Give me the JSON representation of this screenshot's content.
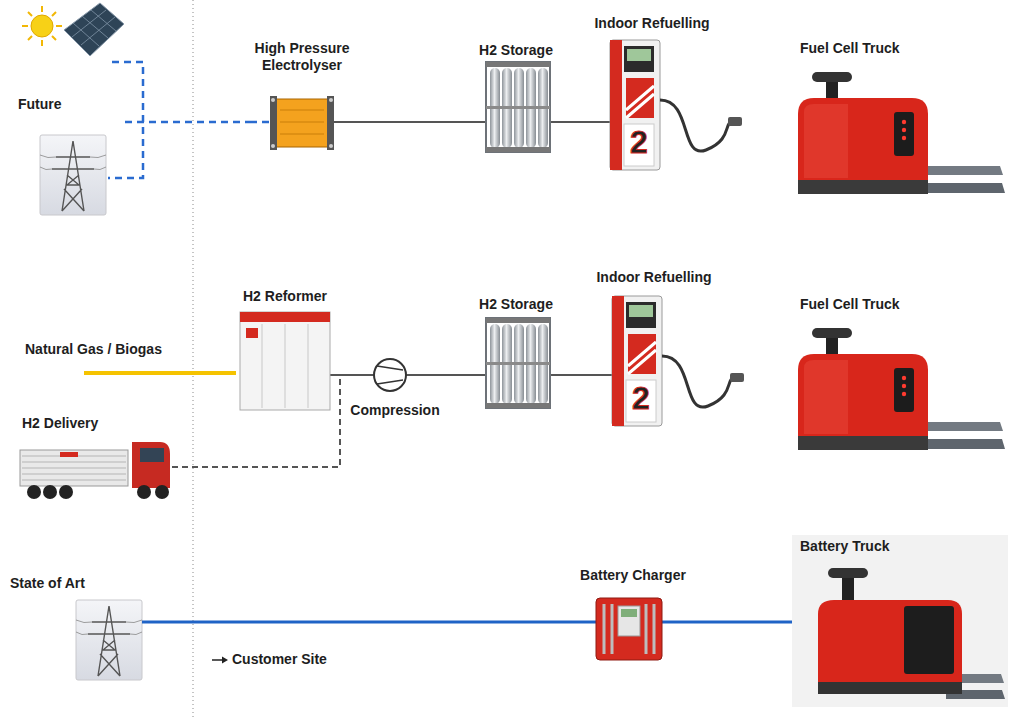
{
  "diagram": {
    "nodes": [
      {
        "text": [
          "Future"
        ]
      },
      {
        "text": [
          "High Pressure Electrolyser"
        ]
      },
      {
        "text": [
          "H2 Storage"
        ]
      },
      {
        "text": [
          "Indoor Refuelling"
        ]
      },
      {
        "text": [
          "Fuel Cell Truck"
        ]
      },
      {
        "text": [
          "H2 Reformer"
        ]
      },
      {
        "text": [
          "Natural Gas / Biogas"
        ]
      },
      {
        "text": [
          "H2 Delivery"
        ]
      },
      {
        "text": [
          "Compression"
        ]
      },
      {
        "text": [
          "H2 Storage"
        ]
      },
      {
        "text": [
          "Indoor Refuelling"
        ]
      },
      {
        "text": [
          "Fuel Cell Truck"
        ]
      },
      {
        "text": [
          "State of Art"
        ]
      },
      {
        "text": [
          "Battery Charger"
        ]
      },
      {
        "text": [
          "Battery Truck"
        ]
      }
    ],
    "edges": [
      {
        "from": 0,
        "to": 1,
        "arrow": "none"
      },
      {
        "from": 1,
        "to": 2,
        "arrow": "none"
      },
      {
        "from": 2,
        "to": 3,
        "arrow": "none"
      },
      {
        "from": 6,
        "to": 5,
        "arrow": "none"
      },
      {
        "from": 5,
        "to": 8,
        "arrow": "none"
      },
      {
        "from": 7,
        "to": 8,
        "arrow": "none"
      },
      {
        "from": 8,
        "to": 9,
        "arrow": "none"
      },
      {
        "from": 9,
        "to": 10,
        "arrow": "none"
      },
      {
        "from": 12,
        "to": 13,
        "arrow": "none"
      },
      {
        "from": 13,
        "to": 14,
        "arrow": "none"
      }
    ],
    "labels": [
      "2",
      "2",
      "Customer Site"
    ]
  }
}
